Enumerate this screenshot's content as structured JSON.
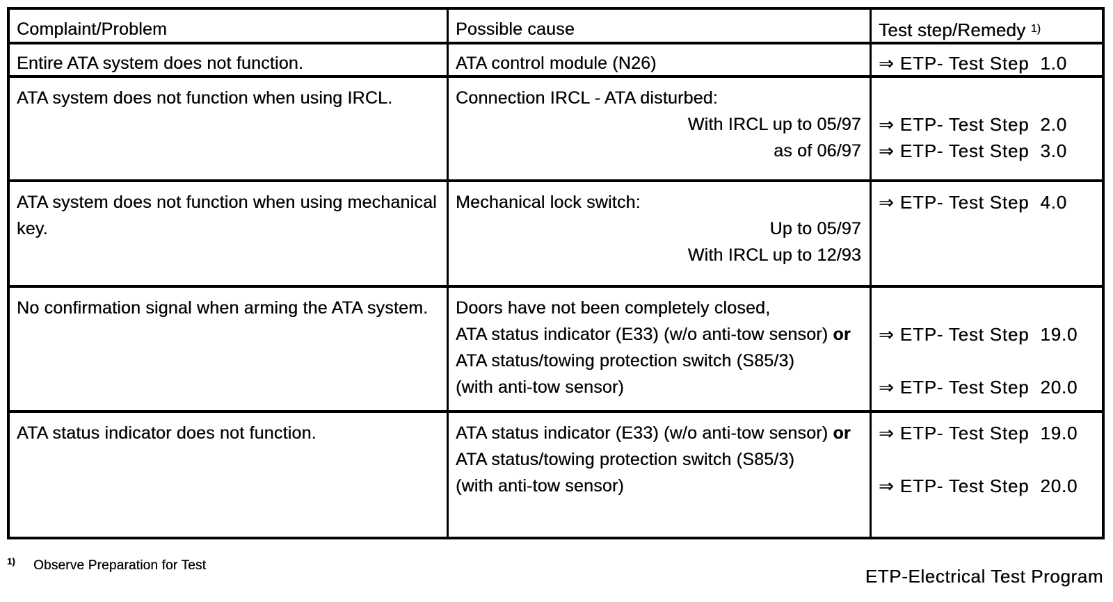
{
  "colors": {
    "ink": "#000000",
    "paper": "#ffffff"
  },
  "table": {
    "arrow": "⇒",
    "headers": {
      "complaint": "Complaint/Problem",
      "cause": "Possible cause",
      "remedy": "Test step/Remedy",
      "remedy_footnote_marker": "1)"
    },
    "rows": [
      {
        "complaint": "Entire ATA system does not function.",
        "cause_lines": [
          {
            "text": "ATA control module (N26)"
          }
        ],
        "remedies": [
          {
            "label": "ETP- Test Step",
            "step": "1.0"
          }
        ]
      },
      {
        "complaint": "ATA system does not function when using IRCL.",
        "cause_lines": [
          {
            "text": "Connection IRCL - ATA disturbed:"
          },
          {
            "text": "With IRCL up to 05/97"
          },
          {
            "text": "as of 06/97"
          }
        ],
        "remedies": [
          {
            "label": "ETP- Test Step",
            "step": "2.0"
          },
          {
            "label": "ETP- Test Step",
            "step": "3.0"
          }
        ]
      },
      {
        "complaint": "ATA system does not function when using mechanical key.",
        "cause_lines": [
          {
            "text": "Mechanical lock switch:"
          },
          {
            "text": "Up to 05/97"
          },
          {
            "text": "With IRCL up to 12/93"
          }
        ],
        "remedies": [
          {
            "label": "ETP- Test Step",
            "step": "4.0"
          }
        ]
      },
      {
        "complaint": "No confirmation signal when arming the ATA system.",
        "cause_lines": [
          {
            "text": "Doors have not been completely closed,"
          },
          {
            "text": "ATA status indicator (E33) (w/o anti-tow sensor) ",
            "bold_suffix": "or"
          },
          {
            "text": "ATA status/towing protection switch (S85/3)"
          },
          {
            "text": "(with anti-tow sensor)"
          }
        ],
        "remedies": [
          {
            "label": "ETP- Test Step",
            "step": "19.0"
          },
          {
            "label": "ETP- Test Step",
            "step": "20.0"
          }
        ]
      },
      {
        "complaint": "ATA status indicator does not function.",
        "cause_lines": [
          {
            "text": "ATA status indicator (E33) (w/o anti-tow sensor) ",
            "bold_suffix": "or"
          },
          {
            "text": "ATA status/towing protection switch (S85/3)"
          },
          {
            "text": "(with anti-tow sensor)"
          }
        ],
        "remedies": [
          {
            "label": "ETP- Test Step",
            "step": "19.0"
          },
          {
            "label": "ETP- Test Step",
            "step": "20.0"
          }
        ]
      }
    ]
  },
  "footnote": {
    "marker": "1)",
    "text": "Observe Preparation for Test"
  },
  "legend": {
    "text": "ETP-Electrical Test Program"
  }
}
